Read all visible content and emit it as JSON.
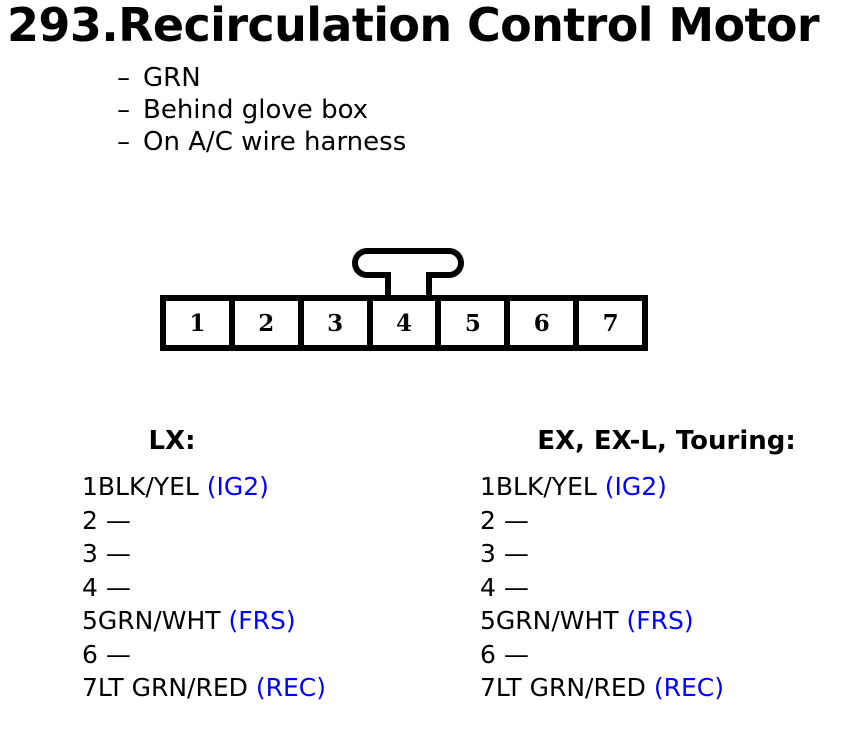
{
  "title": "293.Recirculation Control Motor",
  "notes": [
    {
      "dash": "–",
      "text": "GRN"
    },
    {
      "dash": "–",
      "text": "Behind glove box"
    },
    {
      "dash": "–",
      "text": "On A/C wire harness"
    }
  ],
  "connector": {
    "pin_count": 7,
    "pins": [
      "1",
      "2",
      "3",
      "4",
      "5",
      "6",
      "7"
    ],
    "latch_over_pin": "4"
  },
  "colors": {
    "signal": "#0000ff",
    "text": "#000000",
    "background": "#ffffff"
  },
  "pinouts": [
    {
      "header": "LX:",
      "rows": [
        {
          "num": "1",
          "wire": "BLK/YEL",
          "signal": "(IG2)"
        },
        {
          "num": "2",
          "wire": " —",
          "signal": ""
        },
        {
          "num": "3",
          "wire": " —",
          "signal": ""
        },
        {
          "num": "4",
          "wire": " —",
          "signal": ""
        },
        {
          "num": "5",
          "wire": "GRN/WHT",
          "signal": "(FRS)"
        },
        {
          "num": "6",
          "wire": " —",
          "signal": ""
        },
        {
          "num": "7",
          "wire": "LT GRN/RED",
          "signal": "(REC)"
        }
      ]
    },
    {
      "header": "EX, EX-L, Touring:",
      "rows": [
        {
          "num": "1",
          "wire": "BLK/YEL",
          "signal": "(IG2)"
        },
        {
          "num": "2",
          "wire": " —",
          "signal": ""
        },
        {
          "num": "3",
          "wire": " —",
          "signal": ""
        },
        {
          "num": "4",
          "wire": " —",
          "signal": ""
        },
        {
          "num": "5",
          "wire": "GRN/WHT",
          "signal": "(FRS)"
        },
        {
          "num": "6",
          "wire": " —",
          "signal": ""
        },
        {
          "num": "7",
          "wire": "LT GRN/RED",
          "signal": "(REC)"
        }
      ]
    }
  ]
}
